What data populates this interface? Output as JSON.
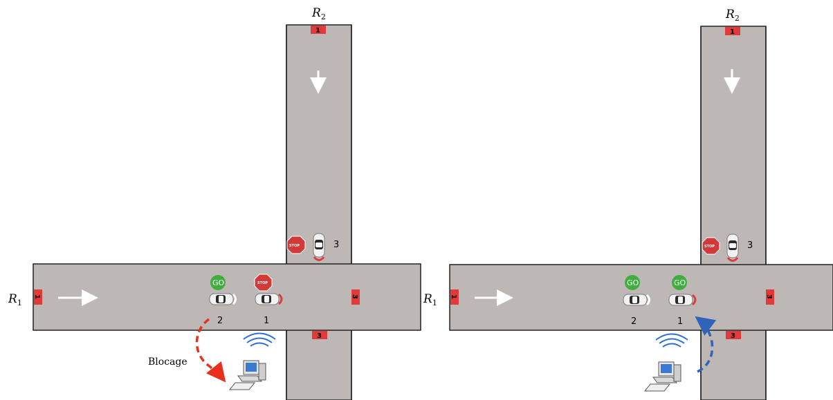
{
  "left": {
    "road_v_label": "R",
    "road_v_sub": "2",
    "road_h_label": "R",
    "road_h_sub": "1",
    "marker_top": "1",
    "marker_left": "1",
    "marker_right": "3",
    "marker_bottom": "3",
    "car_numbers": [
      "2",
      "1",
      "3"
    ],
    "signs": {
      "car2": "GO",
      "car1": "STOP",
      "car3": "STOP"
    },
    "blockage_label": "Blocage",
    "arrow_color": "#e8301c"
  },
  "right": {
    "road_v_label": "R",
    "road_v_sub": "2",
    "road_h_label": "R",
    "road_h_sub": "1",
    "marker_top": "1",
    "marker_left": "1",
    "marker_right": "3",
    "marker_bottom": "3",
    "car_numbers": [
      "2",
      "1",
      "3"
    ],
    "signs": {
      "car2": "GO",
      "car1": "GO",
      "car3": "STOP"
    },
    "arrow_color": "#2f62b8"
  },
  "colors": {
    "road": "#bdb8b6",
    "marker": "#e03a3a",
    "go": "#3fae3f",
    "stop": "#d23a3a"
  }
}
